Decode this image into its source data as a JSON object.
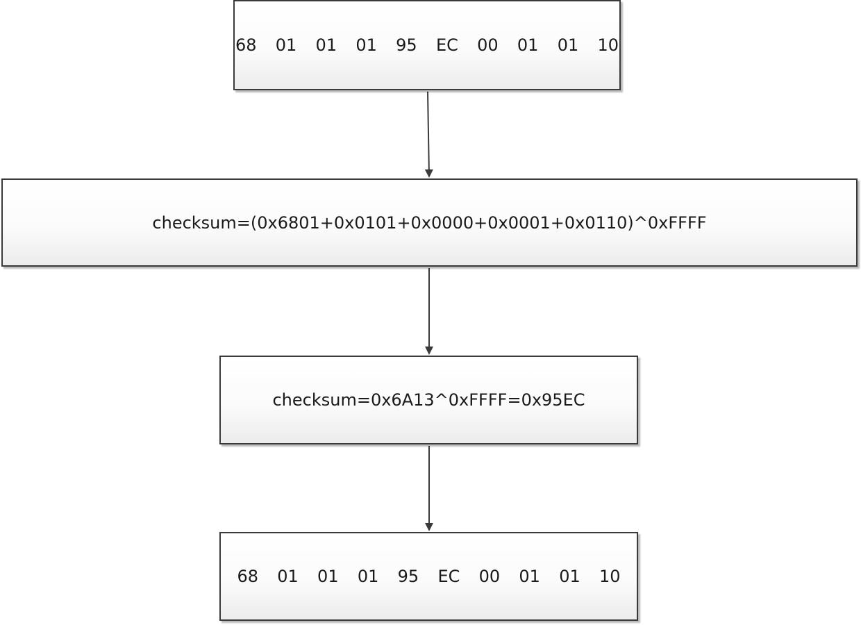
{
  "diagram": {
    "nodes": [
      {
        "id": "input-frame",
        "text": "68  01  01  01  95  EC  00  01  01  10"
      },
      {
        "id": "checksum-formula",
        "text": "checksum=(0x6801+0x0101+0x0000+0x0001+0x0110)^0xFFFF"
      },
      {
        "id": "checksum-result",
        "text": "checksum=0x6A13^0xFFFF=0x95EC"
      },
      {
        "id": "output-frame",
        "text": "68  01  01  01  95  EC  00  01  01  10"
      }
    ],
    "edges": [
      {
        "from": "input-frame",
        "to": "checksum-formula"
      },
      {
        "from": "checksum-formula",
        "to": "checksum-result"
      },
      {
        "from": "checksum-result",
        "to": "output-frame"
      }
    ],
    "colors": {
      "stroke": "#3a3a3a",
      "text": "#1a1a1a",
      "background": "#ffffff"
    }
  }
}
